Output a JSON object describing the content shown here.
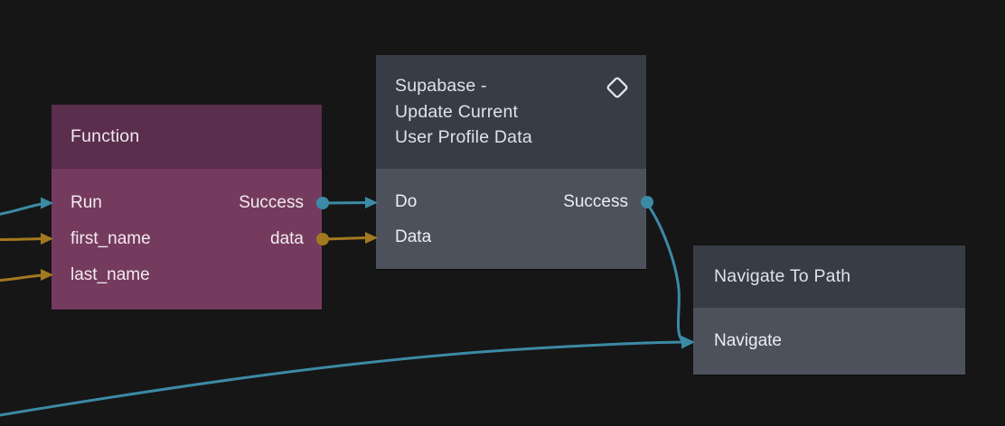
{
  "canvas": {
    "background": "#161617"
  },
  "colors": {
    "signal_wire": "#3C8AA5",
    "data_wire": "#A3791F",
    "function_header": "#5A2E4C",
    "function_body": "#753B5E",
    "node_header": "#373C47",
    "node_body": "#4C515C"
  },
  "nodes": [
    {
      "title": "Function",
      "inputs": [
        {
          "label": "Run",
          "type": "signal"
        },
        {
          "label": "first_name",
          "type": "data"
        },
        {
          "label": "last_name",
          "type": "data"
        }
      ],
      "outputs": [
        {
          "label": "Success",
          "type": "signal"
        },
        {
          "label": "data",
          "type": "data"
        }
      ]
    },
    {
      "title_lines": [
        "Supabase -",
        "Update Current",
        "User Profile Data"
      ],
      "icon": "diamond-icon",
      "inputs": [
        {
          "label": "Do",
          "type": "signal"
        },
        {
          "label": "Data",
          "type": "data"
        }
      ],
      "outputs": [
        {
          "label": "Success",
          "type": "signal"
        }
      ]
    },
    {
      "title": "Navigate To Path",
      "inputs": [
        {
          "label": "Navigate",
          "type": "signal"
        }
      ],
      "outputs": []
    }
  ],
  "edges": [
    {
      "from": "offscreen-left",
      "to": "Function.Run",
      "type": "signal"
    },
    {
      "from": "offscreen-left",
      "to": "Function.first_name",
      "type": "data"
    },
    {
      "from": "offscreen-left",
      "to": "Function.last_name",
      "type": "data"
    },
    {
      "from": "Function.Success",
      "to": "Supabase.Do",
      "type": "signal"
    },
    {
      "from": "Function.data",
      "to": "Supabase.Data",
      "type": "data"
    },
    {
      "from": "Supabase.Success",
      "to": "Navigate To Path.Navigate",
      "type": "signal"
    },
    {
      "from": "offscreen-bottom-left",
      "to": "Navigate To Path.Navigate",
      "type": "signal"
    }
  ]
}
